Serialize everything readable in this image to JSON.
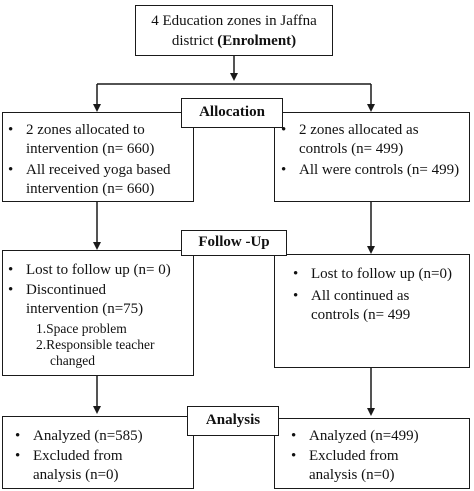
{
  "enrolment": {
    "line1": "4 Education zones in Jaffna",
    "line2_plain": "district ",
    "line2_bold": "(Enrolment)"
  },
  "stages": {
    "allocation": "Allocation",
    "followup": "Follow -Up",
    "analysis": "Analysis"
  },
  "allocation": {
    "left": [
      {
        "bullet": "•",
        "text": "2 zones allocated to intervention (n= 660)"
      },
      {
        "bullet": "•",
        "text": "All received yoga based intervention (n= 660)"
      }
    ],
    "right": [
      {
        "bullet": "•",
        "text": "2 zones allocated as controls (n= 499)"
      },
      {
        "bullet": "•",
        "text": "All were controls (n= 499)"
      }
    ]
  },
  "followup": {
    "left": [
      {
        "bullet": "•",
        "text": "Lost to follow up (n= 0)"
      },
      {
        "bullet": "•",
        "text": "Discontinued intervention (n=75)"
      }
    ],
    "left_sub": [
      "1.Space problem",
      "2.Responsible teacher",
      "changed"
    ],
    "right": [
      {
        "bullet": "•",
        "text": "Lost to follow up (n=0)"
      },
      {
        "bullet": "•",
        "text": "All continued as controls (n= 499"
      }
    ]
  },
  "analysis": {
    "left": [
      {
        "bullet": "•",
        "text": "Analyzed (n=585)"
      },
      {
        "bullet": "•",
        "text": "Excluded from analysis (n=0)"
      }
    ],
    "right": [
      {
        "bullet": "•",
        "text": "Analyzed (n=499)"
      },
      {
        "bullet": "•",
        "text": "Excluded from analysis (n=0)"
      }
    ]
  }
}
